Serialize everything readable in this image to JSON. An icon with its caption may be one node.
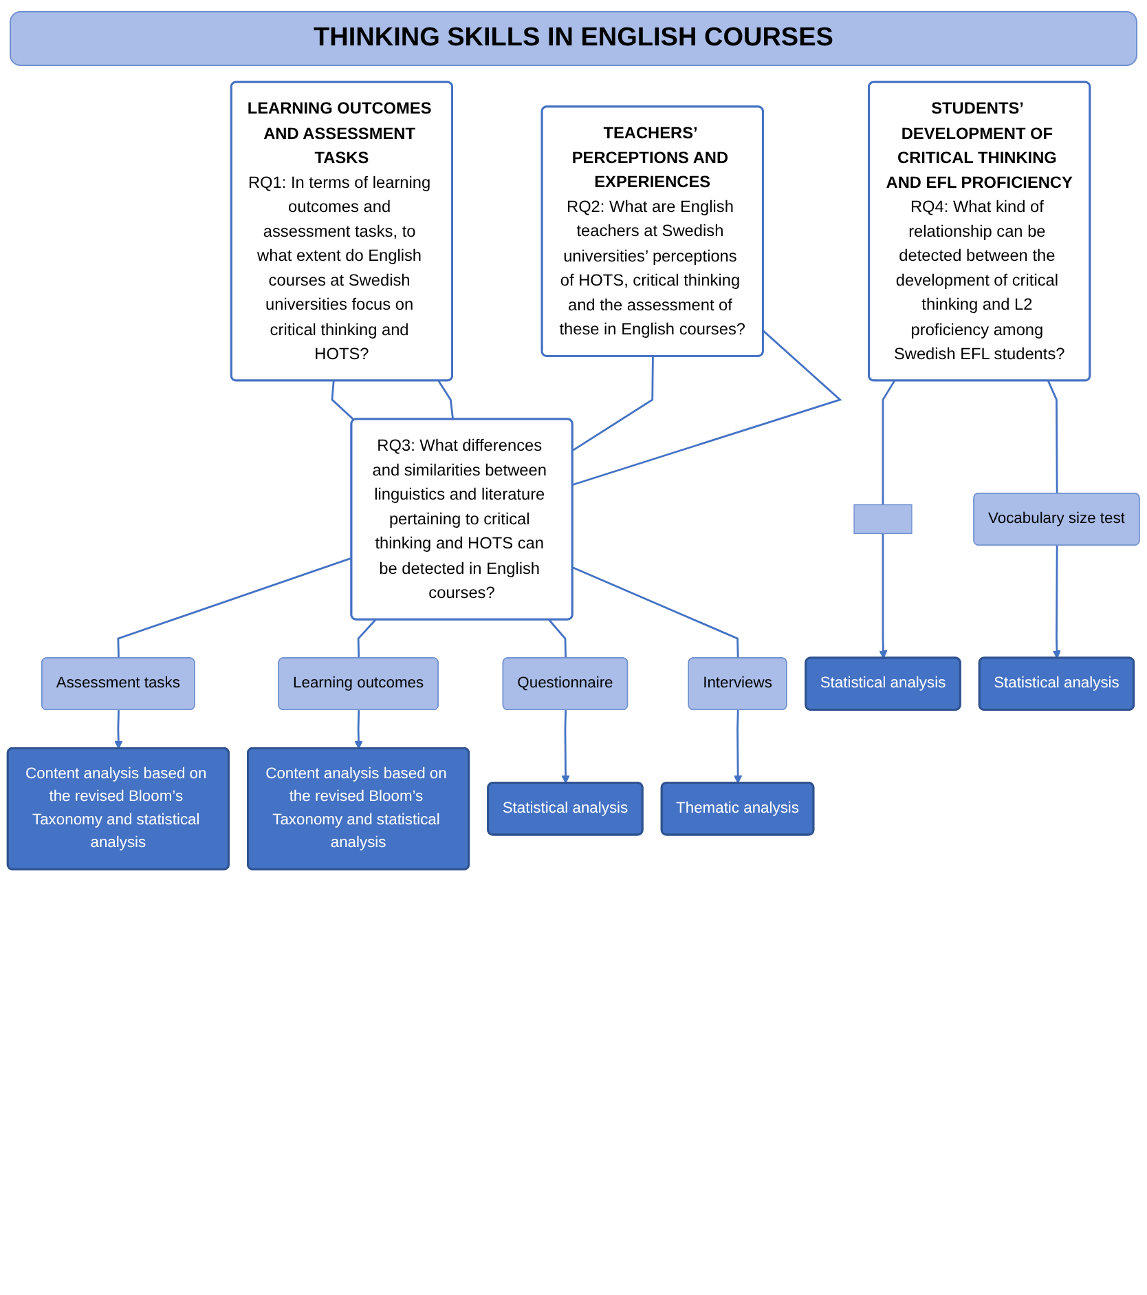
{
  "diagram": {
    "title": "THINKING SKILLS IN ENGLISH COURSES",
    "nodes": [
      {
        "text": [
          "LEARNING OUTCOMES AND ASSESSMENT TASKS",
          "RQ1: In terms of learning outcomes and assessment tasks, to what extent do English courses at Swedish universities focus on critical thinking and HOTS?"
        ]
      },
      {
        "text": [
          "TEACHERS’ PERCEPTIONS AND EXPERIENCES",
          "RQ2: What are English teachers at Swedish universities’ perceptions of HOTS, critical thinking and the assessment of these in English courses?"
        ]
      },
      {
        "text": [
          "STUDENTS’ DEVELOPMENT OF CRITICAL THINKING AND EFL PROFICIENCY",
          "RQ4: What kind of relationship can be detected between the development of critical thinking and L2 proficiency among Swedish EFL students?"
        ]
      },
      {
        "text": [
          "RQ3: What differences and similarities between linguistics and literature pertaining to critical thinking and HOTS can be detected in English courses?"
        ]
      },
      {
        "text": [
          "Assessment tasks"
        ]
      },
      {
        "text": [
          "Learning outcomes"
        ]
      },
      {
        "text": [
          "Questionnaire"
        ]
      },
      {
        "text": [
          "Interviews"
        ]
      },
      {
        "text": [],
        "shape": "box"
      },
      {
        "text": [
          "Vocabulary size test"
        ]
      },
      {
        "text": [
          "Content analysis based on the revised Bloom’s Taxonomy and statistical analysis"
        ]
      },
      {
        "text": [
          "Content analysis based on the revised Bloom’s Taxonomy and statistical analysis"
        ]
      },
      {
        "text": [
          "Statistical analysis"
        ]
      },
      {
        "text": [
          "Thematic analysis"
        ]
      },
      {
        "text": [
          "Statistical analysis"
        ]
      },
      {
        "text": [
          "Statistical analysis"
        ]
      }
    ],
    "edges": [
      {
        "from": 0,
        "to": 3,
        "arrow": "none"
      },
      {
        "from": 0,
        "to": 3,
        "arrow": "none"
      },
      {
        "from": 1,
        "to": 3,
        "arrow": "none"
      },
      {
        "from": 1,
        "to": 3,
        "arrow": "none"
      },
      {
        "from": 3,
        "to": 4,
        "arrow": "none"
      },
      {
        "from": 3,
        "to": 5,
        "arrow": "none"
      },
      {
        "from": 3,
        "to": 6,
        "arrow": "none"
      },
      {
        "from": 3,
        "to": 7,
        "arrow": "none"
      },
      {
        "from": 2,
        "to": 8,
        "arrow": "none"
      },
      {
        "from": 2,
        "to": 9,
        "arrow": "none"
      },
      {
        "from": 4,
        "to": 10,
        "arrow": "to"
      },
      {
        "from": 5,
        "to": 11,
        "arrow": "to"
      },
      {
        "from": 6,
        "to": 12,
        "arrow": "to"
      },
      {
        "from": 7,
        "to": 13,
        "arrow": "to"
      },
      {
        "from": 8,
        "to": 14,
        "arrow": "to"
      },
      {
        "from": 9,
        "to": 15,
        "arrow": "to"
      }
    ]
  }
}
